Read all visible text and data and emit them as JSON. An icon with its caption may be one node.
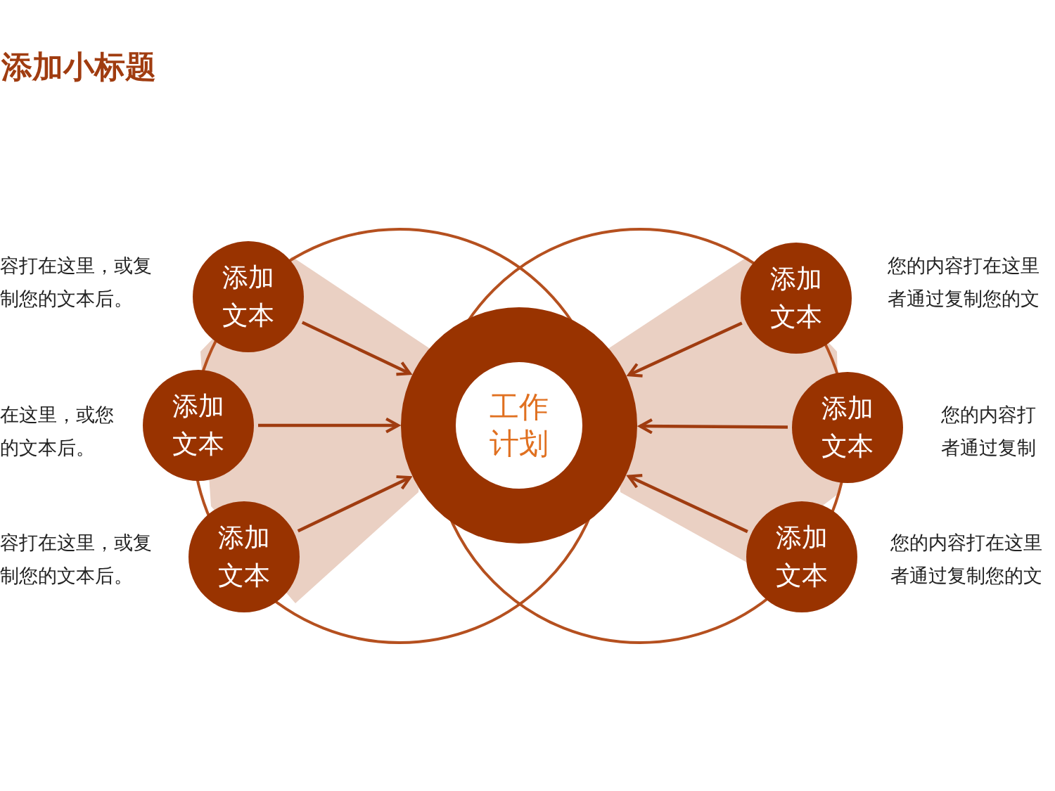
{
  "diagram": {
    "title": "添加小标题",
    "nodes": [
      {
        "text": [
          "添加文本"
        ]
      },
      {
        "text": [
          "添加文本"
        ]
      },
      {
        "text": [
          "添加文本"
        ]
      },
      {
        "text": [
          "工作计划"
        ]
      },
      {
        "text": [
          "添加文本"
        ]
      },
      {
        "text": [
          "添加文本"
        ]
      },
      {
        "text": [
          "添加文本"
        ]
      }
    ],
    "edges": [
      {
        "from": 0,
        "to": 3,
        "arrow": "to"
      },
      {
        "from": 1,
        "to": 3,
        "arrow": "to"
      },
      {
        "from": 2,
        "to": 3,
        "arrow": "to"
      },
      {
        "from": 4,
        "to": 3,
        "arrow": "to"
      },
      {
        "from": 5,
        "to": 3,
        "arrow": "to"
      },
      {
        "from": 6,
        "to": 3,
        "arrow": "to"
      }
    ],
    "labels": [
      "容打在这里，或复制您的文本后。",
      "您的内容打在这里者通过复制您的文",
      "在这里，或您的文本后。",
      "您的内容打者通过复制",
      "容打在这里，或复制您的文本后。",
      "您的内容打在这里者通过复制您的文"
    ]
  }
}
